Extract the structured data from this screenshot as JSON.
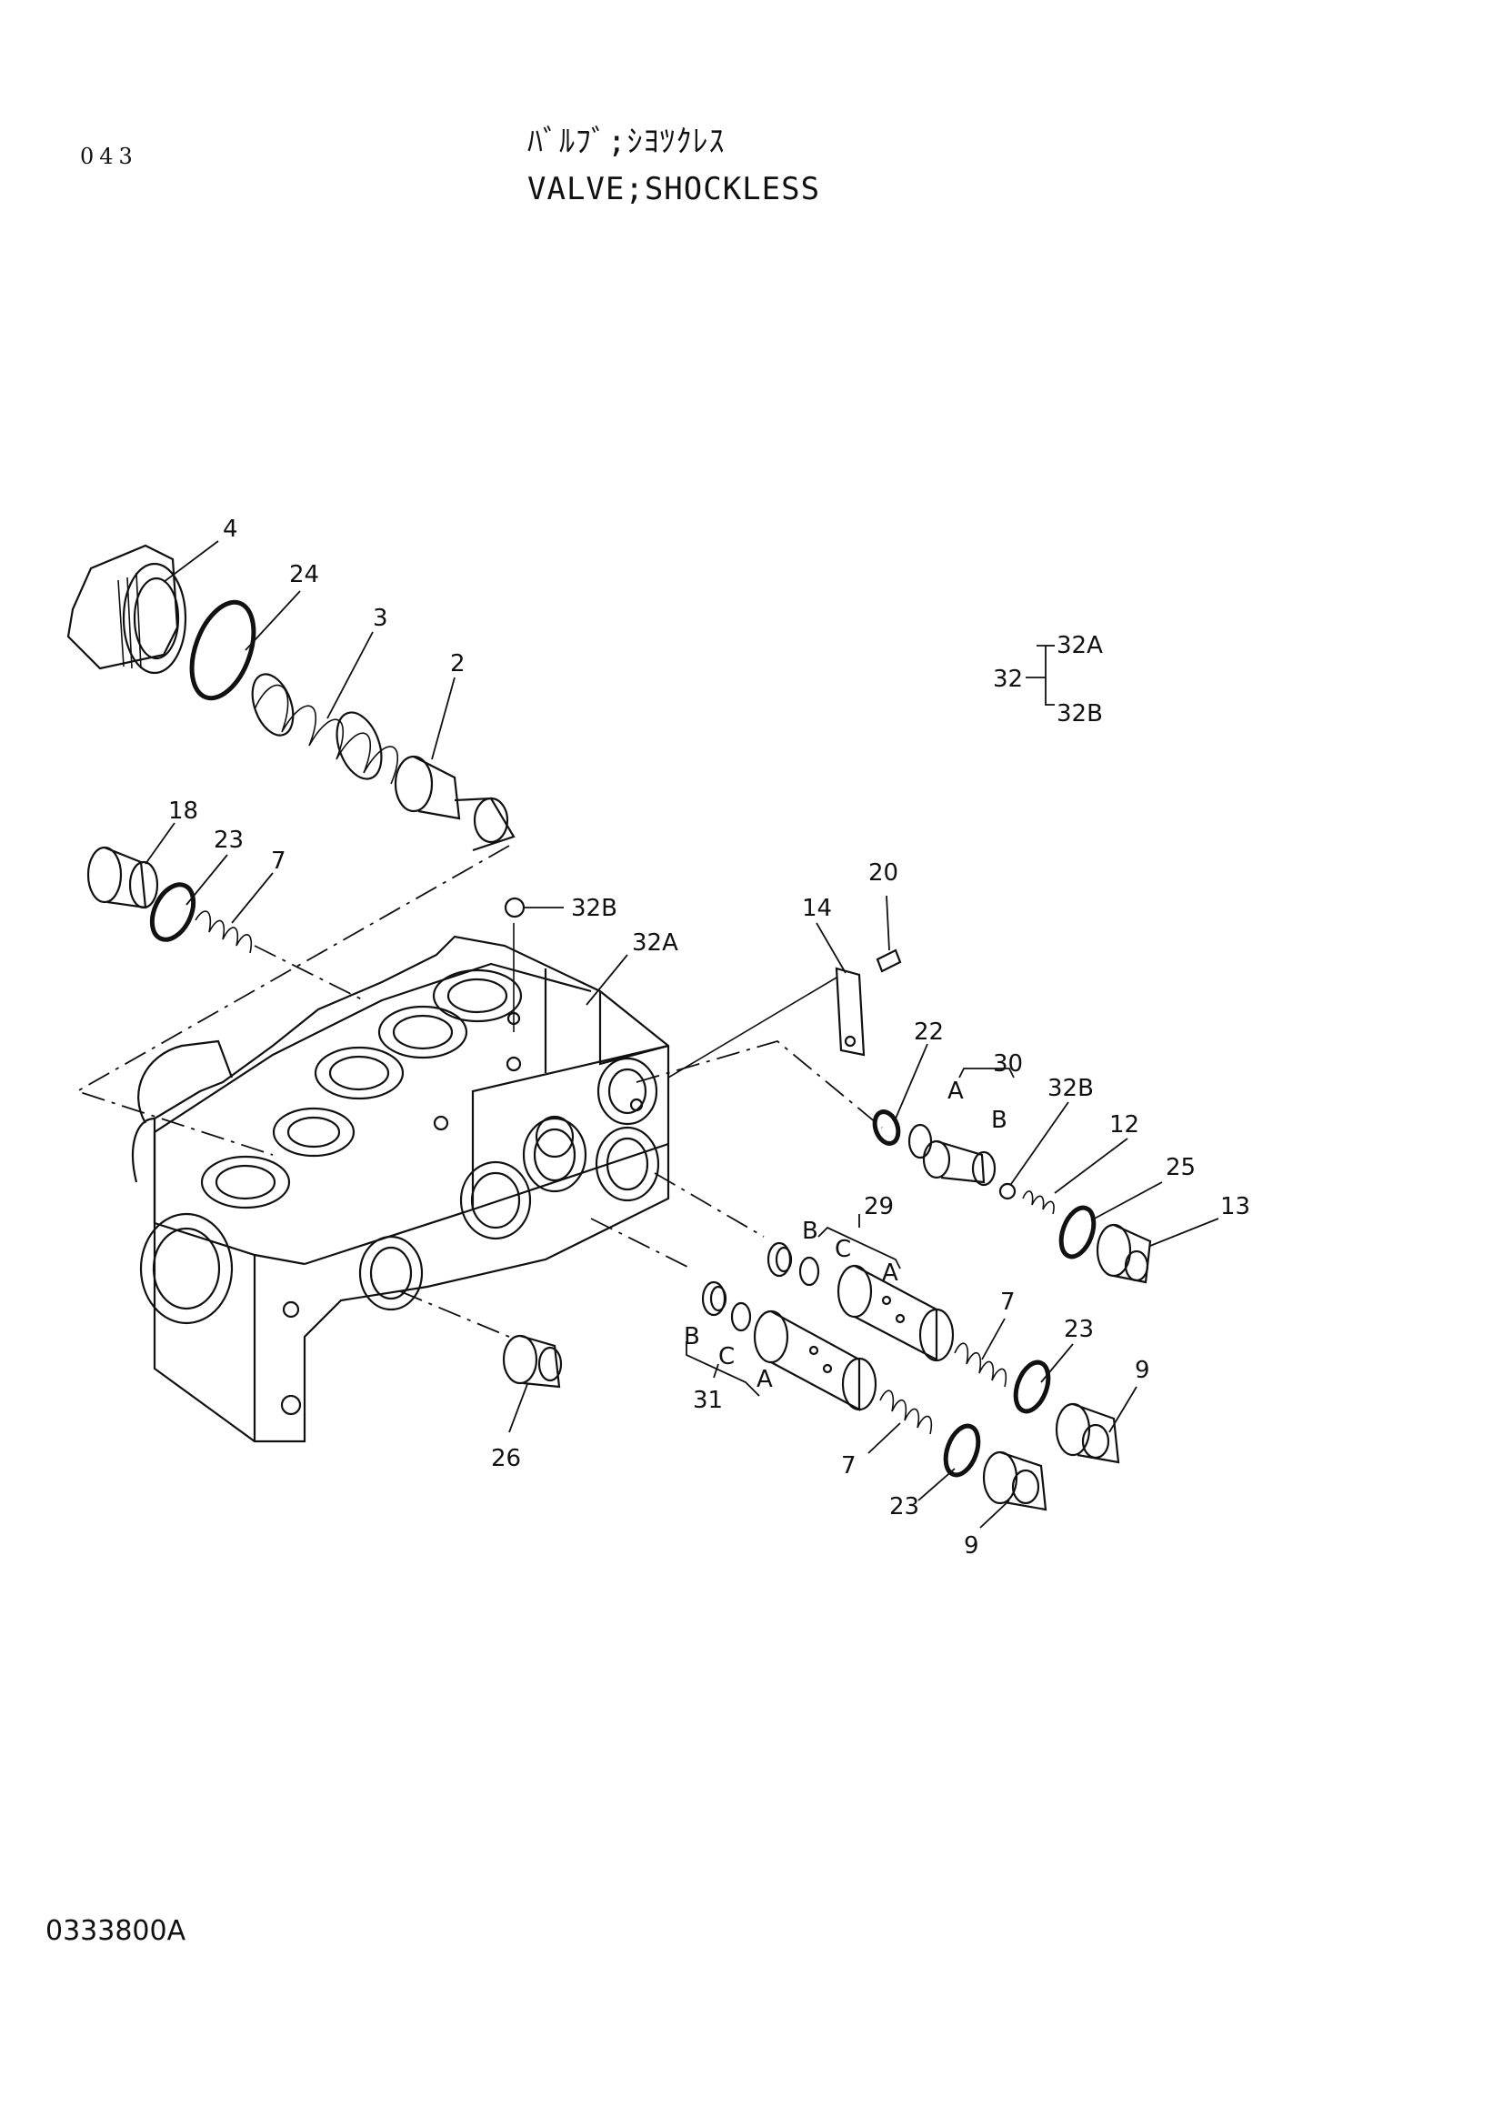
{
  "header": {
    "page_number": "043",
    "title_jp": "ﾊﾞﾙﾌﾞ;ｼﾖﾂｸﾚｽ",
    "title_en": "VALVE;SHOCKLESS"
  },
  "footer": {
    "drawing_code": "0333800A"
  },
  "assembly_note": {
    "parent": "32",
    "children": [
      "32A",
      "32B"
    ]
  },
  "callouts": {
    "c4": "4",
    "c24": "24",
    "c3": "3",
    "c2": "2",
    "c18": "18",
    "c23a": "23",
    "c7a": "7",
    "c32b_top": "32B",
    "c32a": "32A",
    "c14": "14",
    "c20": "20",
    "c22": "22",
    "c30": "30",
    "c30_a": "A",
    "c30_b": "B",
    "c32b_mid": "32B",
    "c12": "12",
    "c25": "25",
    "c13": "13",
    "c29": "29",
    "c29_b": "B",
    "c29_c": "C",
    "c29_a": "A",
    "c7b": "7",
    "c23b": "23",
    "c9a": "9",
    "c31_b": "B",
    "c31_c": "C",
    "c31_a": "A",
    "c31": "31",
    "c7c": "7",
    "c23c": "23",
    "c9b": "9",
    "c26": "26"
  }
}
